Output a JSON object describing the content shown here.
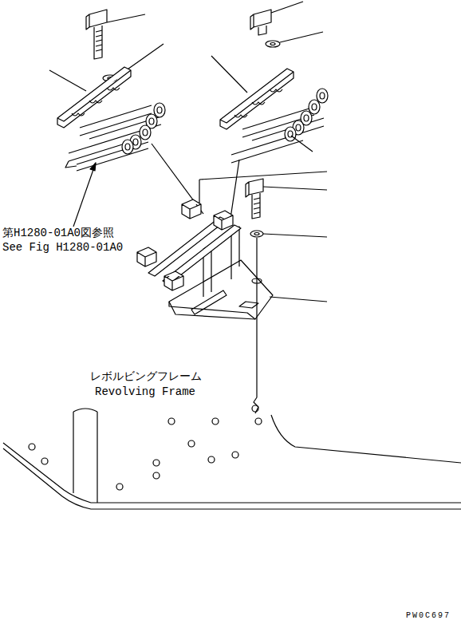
{
  "diagram": {
    "labels": [
      "第H1280-01A0図参照",
      "See Fig H1280-01A0",
      "レボルビングフレーム",
      "Revolving Frame",
      "PW0C697"
    ]
  }
}
